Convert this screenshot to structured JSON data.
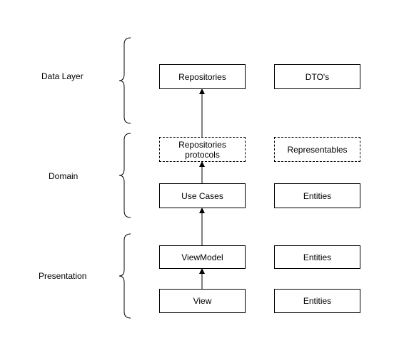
{
  "layers": {
    "data": "Data Layer",
    "domain": "Domain",
    "presentation": "Presentation"
  },
  "boxes": {
    "repositories": "Repositories",
    "dtos": "DTO's",
    "repositories_protocols": "Repositories\nprotocols",
    "representables": "Representables",
    "use_cases": "Use Cases",
    "entities_domain": "Entities",
    "viewmodel": "ViewModel",
    "entities_viewmodel": "Entities",
    "view": "View",
    "entities_view": "Entities"
  },
  "colors": {
    "stroke": "#000000",
    "background": "#ffffff"
  }
}
